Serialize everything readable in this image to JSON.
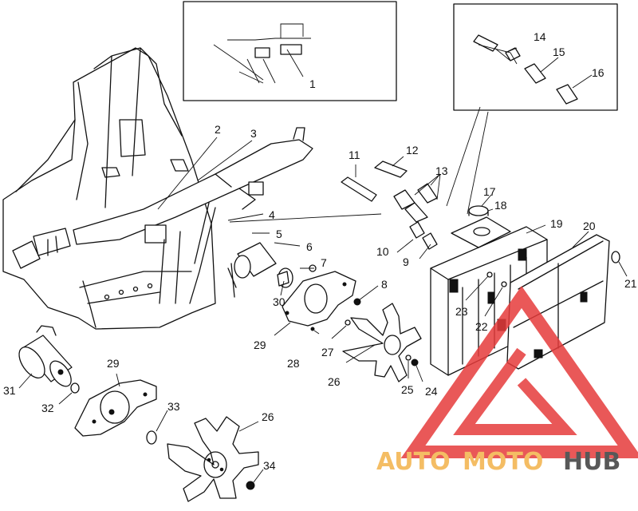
{
  "diagram": {
    "callouts": [
      "1",
      "2",
      "3",
      "4",
      "5",
      "6",
      "7",
      "8",
      "9",
      "10",
      "11",
      "12",
      "13",
      "14",
      "15",
      "16",
      "17",
      "18",
      "19",
      "20",
      "21",
      "22",
      "23",
      "24",
      "25",
      "26",
      "26",
      "27",
      "28",
      "29",
      "30",
      "31",
      "32",
      "33",
      "34"
    ]
  },
  "watermark": {
    "auto": "AUTO",
    "moto": "MOTO",
    "hub": "HUB",
    "colors": {
      "auto": "#f3b24a",
      "moto": "#f3b24a",
      "hub": "#3c3c3c",
      "triangle": "#e63b3b"
    }
  }
}
